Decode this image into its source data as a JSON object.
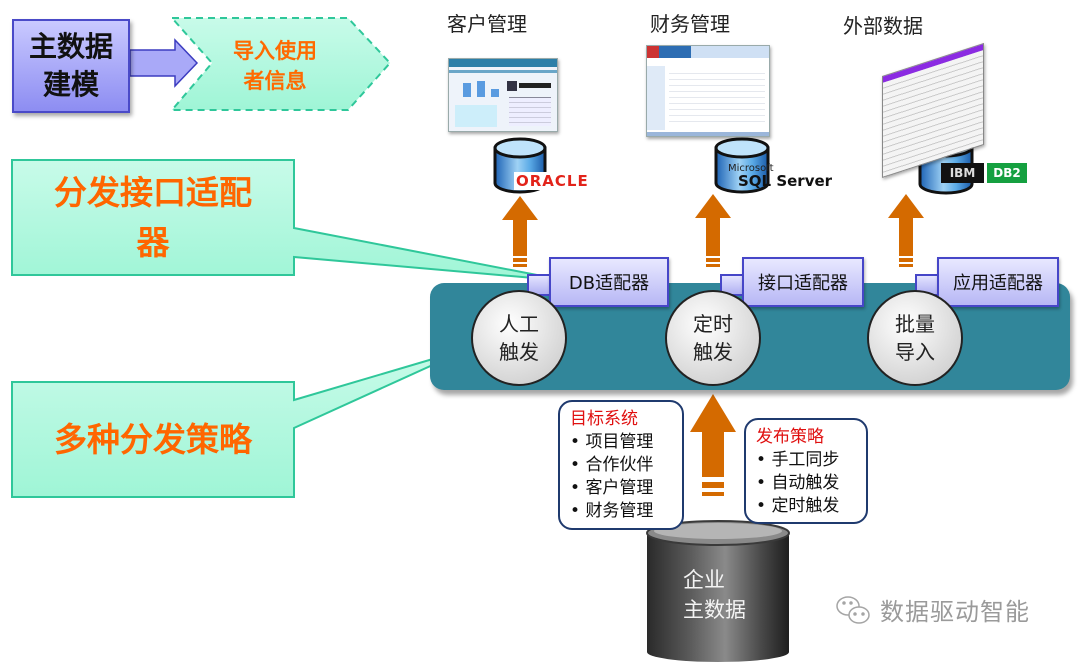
{
  "header": {
    "master_modeling": [
      "主数据",
      "建模"
    ],
    "import_users": [
      "导入使用",
      "者信息"
    ]
  },
  "callouts": {
    "adapter": [
      "分发接口适配",
      "器"
    ],
    "strategy": "多种分发策略"
  },
  "systems": [
    {
      "title": "客户管理",
      "database": "ORACLE",
      "adapter": "DB适配器"
    },
    {
      "title": "财务管理",
      "database": "SQL Server",
      "database_prefix": "Microsoft",
      "adapter": "接口适配器"
    },
    {
      "title": "外部数据",
      "database": "DB2",
      "database_vendor": "IBM",
      "adapter": "应用适配器"
    }
  ],
  "triggers": [
    [
      "人工",
      "触发"
    ],
    [
      "定时",
      "触发"
    ],
    [
      "批量",
      "导入"
    ]
  ],
  "target_systems": {
    "title": "目标系统",
    "items": [
      "项目管理",
      "合作伙伴",
      "客户管理",
      "财务管理"
    ]
  },
  "publish_strategy": {
    "title": "发布策略",
    "items": [
      "手工同步",
      "自动触发",
      "定时触发"
    ]
  },
  "enterprise_db": [
    "企业",
    "主数据"
  ],
  "watermark": "数据驱动智能",
  "colors": {
    "bus": "#31869a",
    "arrow": "#d46a00",
    "callout_fill": "#b5f7e0",
    "callout_border": "#2fc79a",
    "callout_text": "#ff6600",
    "adapter_fill": "#c4c4fa",
    "adapter_border": "#4646c8",
    "info_title": "#e01010",
    "info_border": "#1f3a6e"
  }
}
